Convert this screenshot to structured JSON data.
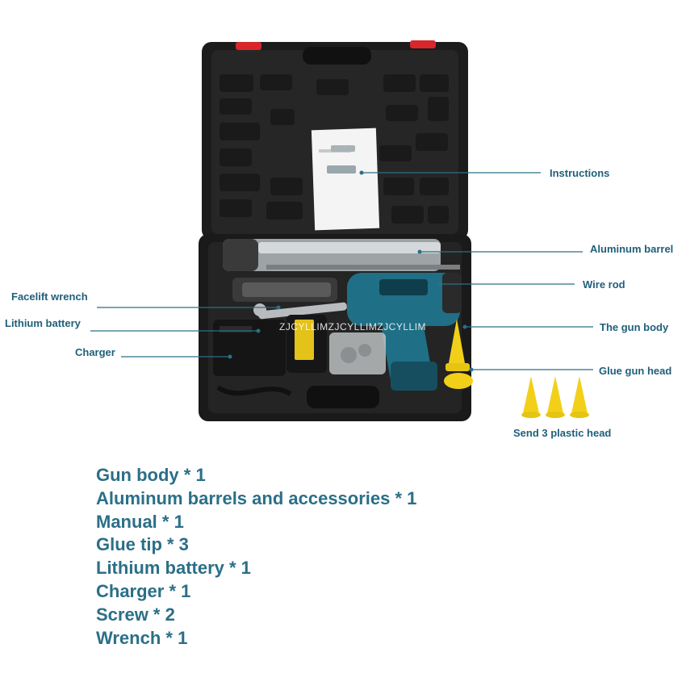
{
  "callouts": {
    "instructions": "Instructions",
    "aluminum_barrel": "Aluminum barrel",
    "wire_rod": "Wire rod",
    "gun_body": "The gun body",
    "glue_gun_head": "Glue gun head",
    "facelift_wrench": "Facelift wrench",
    "lithium_battery": "Lithium battery",
    "charger": "Charger",
    "plastic_heads": "Send 3 plastic head"
  },
  "watermark": "ZJCYLLIMZJCYLLIMZJCYLLIM",
  "package_list": [
    "Gun body * 1",
    "Aluminum barrels and accessories * 1",
    "Manual * 1",
    "Glue tip * 3",
    "Lithium battery * 1",
    "Charger * 1",
    "Screw * 2",
    "Wrench * 1"
  ],
  "colors": {
    "label_text": "#1f5f7a",
    "list_text": "#2b6f87",
    "case": "#1e1e1e",
    "case_latch": "#d8262b",
    "gun_body": "#1f6f86",
    "nozzle": "#f2d019"
  }
}
